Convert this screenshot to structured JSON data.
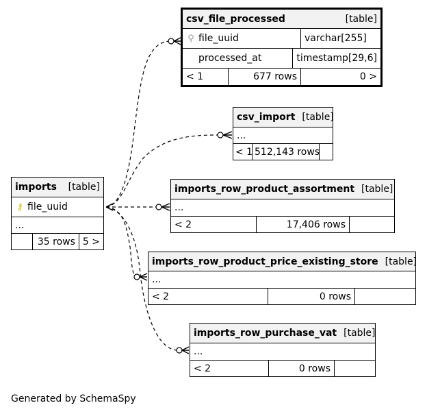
{
  "tables": {
    "csv_file_processed": {
      "name": "csv_file_processed",
      "kind": "[table]",
      "columns": [
        {
          "name": "file_uuid",
          "type": "varchar[255]"
        },
        {
          "name": "processed_at",
          "type": "timestamp[29,6]"
        }
      ],
      "footer": {
        "parents": "< 1",
        "rows": "677 rows",
        "children": "0 >"
      }
    },
    "csv_import": {
      "name": "csv_import",
      "kind": "[table]",
      "body": "...",
      "footer": {
        "parents": "< 1",
        "rows": "512,143 rows",
        "children": ""
      }
    },
    "imports": {
      "name": "imports",
      "kind": "[table]",
      "columns": [
        {
          "name": "file_uuid"
        }
      ],
      "body": "...",
      "footer": {
        "parents": "",
        "rows": "35 rows",
        "children": "5 >"
      }
    },
    "imports_row_product_assortment": {
      "name": "imports_row_product_assortment",
      "kind": "[table]",
      "body": "...",
      "footer": {
        "parents": "< 2",
        "rows": "17,406 rows",
        "children": ""
      }
    },
    "imports_row_product_price_existing_store": {
      "name": "imports_row_product_price_existing_store",
      "kind": "[table]",
      "body": "...",
      "footer": {
        "parents": "< 2",
        "rows": "0 rows",
        "children": ""
      }
    },
    "imports_row_purchase_vat": {
      "name": "imports_row_purchase_vat",
      "kind": "[table]",
      "body": "...",
      "footer": {
        "parents": "< 2",
        "rows": "0 rows",
        "children": ""
      }
    }
  },
  "footer_text": "Generated by SchemaSpy"
}
